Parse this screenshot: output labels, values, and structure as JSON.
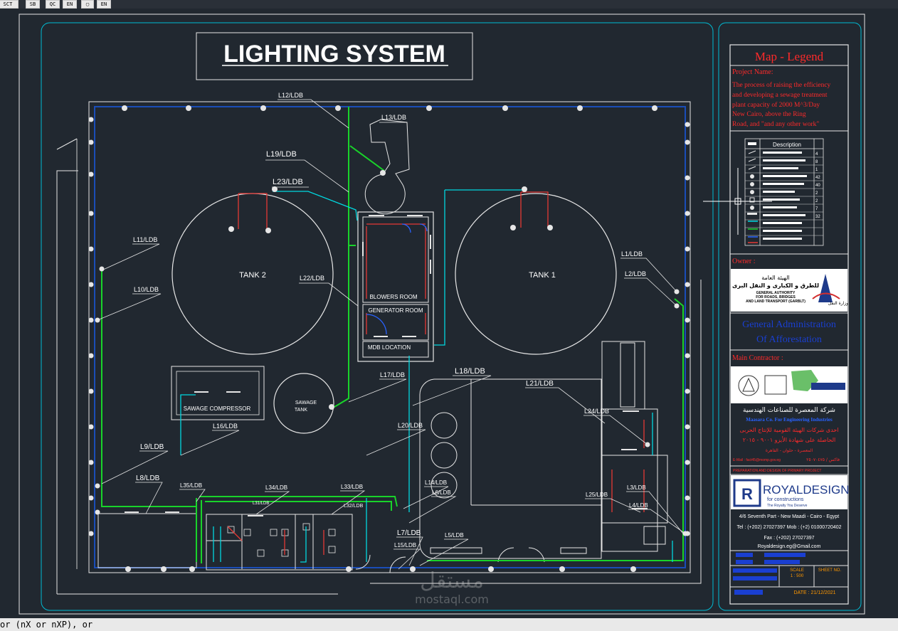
{
  "toolbar": {
    "buttons": [
      "SCT",
      "SB",
      "QC",
      "EN",
      "",
      "EN"
    ]
  },
  "drawing": {
    "title": "LIGHTING SYSTEM",
    "tanks": [
      "TANK 2",
      "TANK 1"
    ],
    "rooms": {
      "blowers": "BLOWERS ROOM",
      "generator": "GENERATOR ROOM",
      "mdb": "MDB LOCATION",
      "compressor": "SAWAGE COMPRESSOR",
      "sawage_tank": [
        "SAWAGE",
        "TANK"
      ]
    },
    "circuits": [
      "L12/LDB",
      "L13/LDB",
      "L19/LDB",
      "L23/LDB",
      "L22/LDB",
      "L11/LDB",
      "L10/LDB",
      "L1/LDB",
      "L2/LDB",
      "L17/LDB",
      "L18/LDB",
      "L21/LDB",
      "L24/LDB",
      "L16/LDB",
      "L20/LDB",
      "L9/LDB",
      "L8/LDB",
      "L35/LDB",
      "L34/LDB",
      "L33/LDB",
      "L32/LDB",
      "L14/LDB",
      "L6/LDB",
      "L7/LDB",
      "L5/LDB",
      "L15/LDB",
      "L25/LDB",
      "L3/LDB",
      "L4/LDB",
      "L31/LDB"
    ]
  },
  "legend": {
    "title": "Map - Legend",
    "project_label": "Project Name:",
    "project_text": [
      "The process of raising the efficiency",
      "and developing a sewage treatment",
      "plant capacity of 2000 M^3/Day",
      " New Cairo, above the Ring",
      "Road, and \"and any other work\""
    ],
    "table_header": "Description",
    "table_counts": [
      "4",
      "8",
      "1",
      "42",
      "40",
      "2",
      "2",
      "7",
      "32",
      "",
      "",
      "",
      ""
    ],
    "owner_label": "Owner :",
    "owner_ar": "الهيئة العامة",
    "owner_ar2": "للطرق و الكبارى و النقل البرى",
    "owner_en": [
      "GENERAL AUTHORITY",
      "FOR ROADS, BRIDGES",
      "AND LAND TRANSPORT (GARBLT)"
    ],
    "owner_ministry": "وزارة النقل",
    "admin": [
      "General Administration",
      "Of Afforestation"
    ],
    "contractor_label": "Main Contractor :",
    "contractor_ar": "شركة المعصرة للصناعات الهندسية",
    "contractor_en": "Maasara Co. For Engineering Industries",
    "contractor_ar2": "احدى شركات الهيئة القومية للإنتاج الحربى",
    "contractor_ar3": "الحاصلة على شهادة الأيزو ٩٠٠١ - ٢٠١٥",
    "contractor_addr": "المعصرة - حلوان - القاهرة",
    "contractor_fax": "فاكس / ٢٥٠٧٠٤٧٥",
    "contractor_email": "E-Mail : fact45@momp.gov.eg",
    "prep_line": "PREPARATION AND DESIGN OF PRIMARY PROJECT",
    "designer_name": "ROYALDESIGN",
    "designer_sub": "for constructions",
    "designer_tag": "The Royalty You Deserve",
    "designer_addr": "4/6 Seventh Part - New Maadi - Cairo - Egypt",
    "designer_tel": "Tel : (+202) 27027397  Mob : (+2) 01000720402",
    "designer_fax": "Fax  : (+202) 27027397",
    "designer_email": "Royaldesign.eg@Gmail.com",
    "scale_label": "SCALE",
    "scale_value": "1 : 500",
    "sheet_label": "SHEET NO.",
    "date_label": "DATE : 21/12/2021"
  },
  "watermark": {
    "ar": "مستقل",
    "en": "mostaql.com"
  },
  "command_line": "or (nX or nXP), or"
}
